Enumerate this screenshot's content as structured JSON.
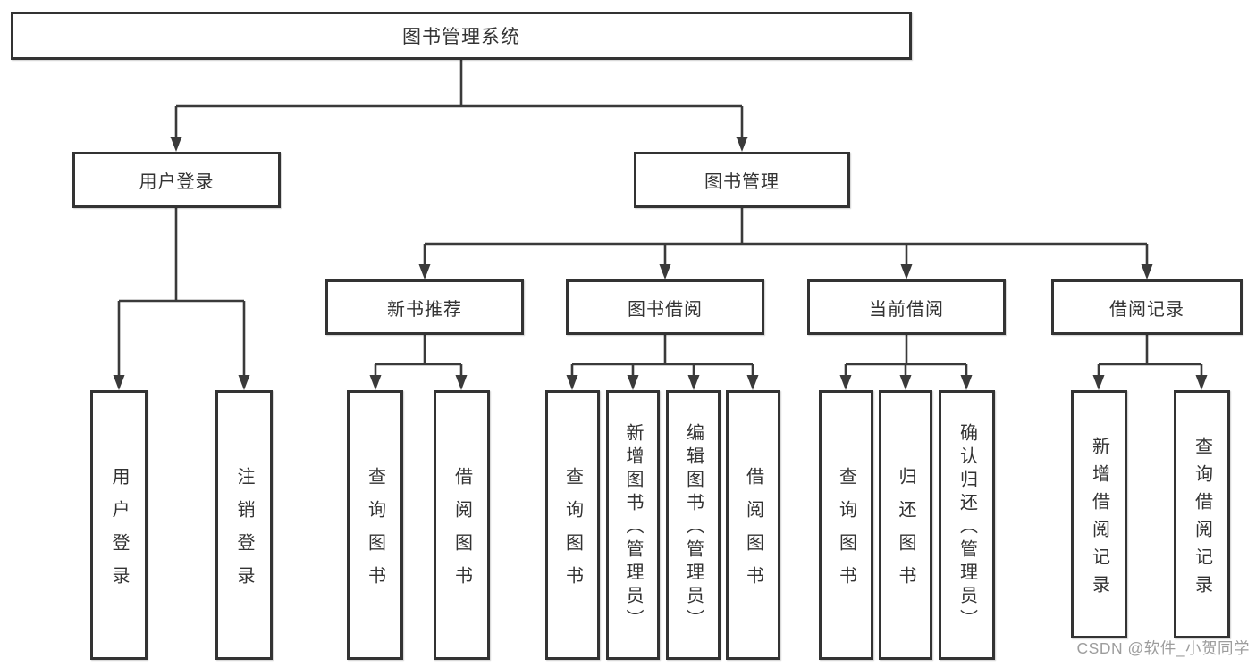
{
  "diagram": {
    "watermark": "CSDN @软件_小贺同学",
    "colors": {
      "background": "#ffffff",
      "line": "#3a3a3a",
      "box_border": "#333333",
      "text": "#333333",
      "watermark_text": "#9d9d9d"
    },
    "tree": {
      "label": "图书管理系统",
      "children": [
        {
          "label": "用户登录",
          "children": [
            {
              "label": "用户登录"
            },
            {
              "label": "注销登录"
            }
          ]
        },
        {
          "label": "图书管理",
          "children": [
            {
              "label": "新书推荐",
              "children": [
                {
                  "label": "查询图书"
                },
                {
                  "label": "借阅图书"
                }
              ]
            },
            {
              "label": "图书借阅",
              "children": [
                {
                  "label": "查询图书"
                },
                {
                  "label": "新增图书（管理员）"
                },
                {
                  "label": "编辑图书（管理员）"
                },
                {
                  "label": "借阅图书"
                }
              ]
            },
            {
              "label": "当前借阅",
              "children": [
                {
                  "label": "查询图书"
                },
                {
                  "label": "归还图书"
                },
                {
                  "label": "确认归还（管理员）"
                }
              ]
            },
            {
              "label": "借阅记录",
              "children": [
                {
                  "label": "新增借阅记录"
                },
                {
                  "label": "查询借阅记录"
                }
              ]
            }
          ]
        }
      ]
    }
  }
}
